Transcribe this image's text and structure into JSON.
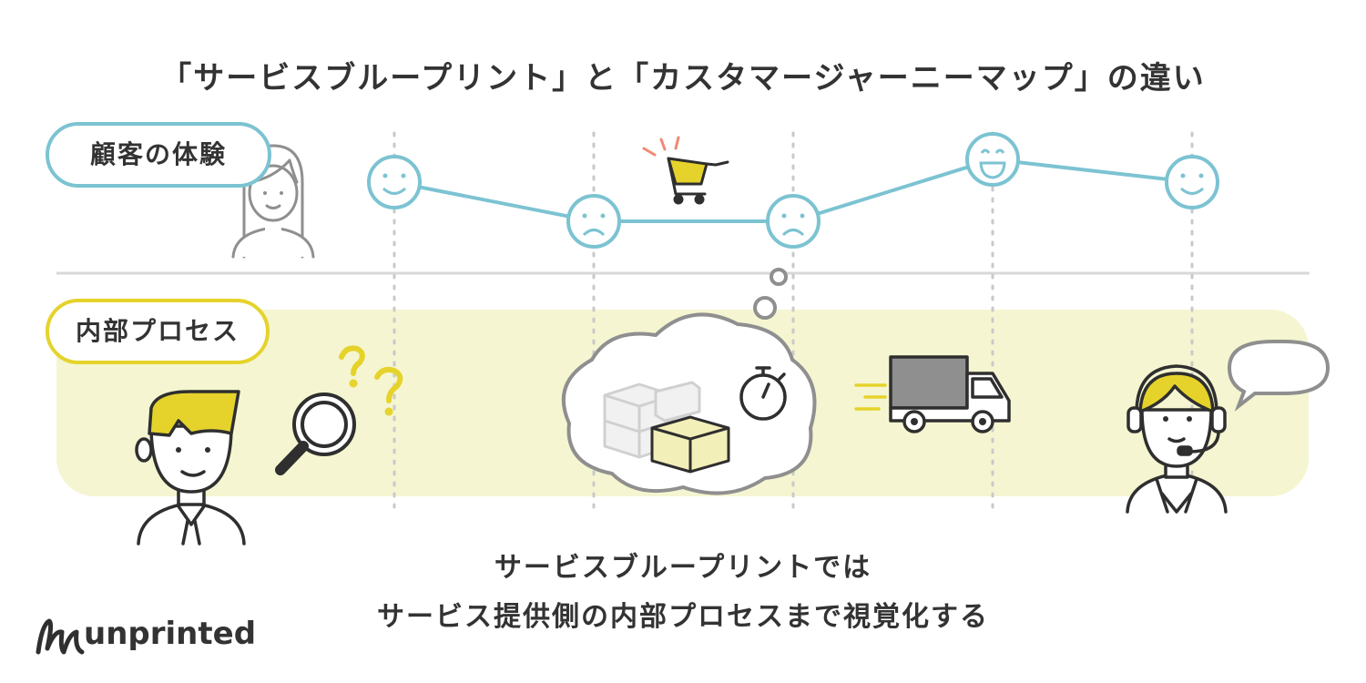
{
  "title": "「サービスブループリント」と「カスタマージャーニーマップ」の違い",
  "rows": {
    "experience_label": "顧客の体験",
    "process_label": "内部プロセス"
  },
  "caption": {
    "line1": "サービスブループリントでは",
    "line2": "サービス提供側の内部プロセスまで視覚化する"
  },
  "brand": "unprinted",
  "colors": {
    "experience_accent": "#7cc3d2",
    "process_accent": "#e5d32b",
    "process_band": "#f5f5d1",
    "line_gray": "#2f2f2f"
  },
  "icons": [
    "smile-icon",
    "sad-icon",
    "cart-icon",
    "happy-icon",
    "magnifier-icon",
    "question-icon",
    "box-icon",
    "stopwatch-icon",
    "truck-icon",
    "speech-bubble-icon",
    "headset-operator-icon"
  ]
}
